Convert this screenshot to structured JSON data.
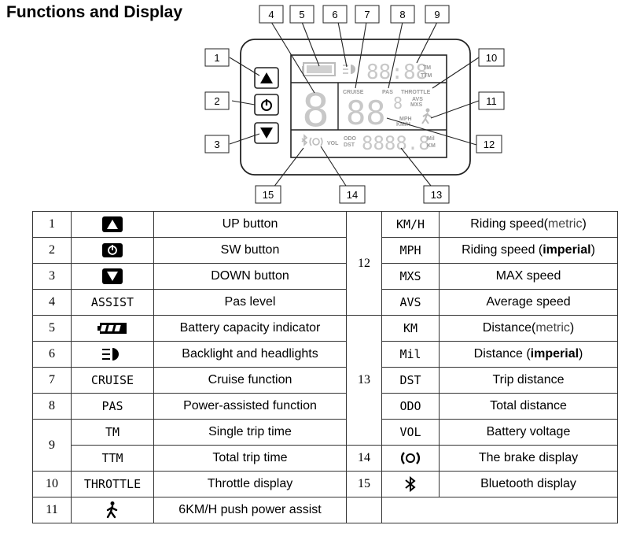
{
  "title": "Functions and Display",
  "callouts": [
    "1",
    "2",
    "3",
    "4",
    "5",
    "6",
    "7",
    "8",
    "9",
    "10",
    "11",
    "12",
    "13",
    "14",
    "15"
  ],
  "lcd": {
    "assist_digit": "8",
    "speed_digits": "88",
    "speed_decimal": "8",
    "time_digits": "88:88",
    "odo_digits": "8888.8",
    "labels": {
      "cruise": "CRUISE",
      "pas": "PAS",
      "throttle": "THROTTLE",
      "avs": "AVS",
      "mxs": "MXS",
      "mph": "MPH",
      "kmh": "KM/H",
      "tm": "TM",
      "ttm": "TTM",
      "vol": "VOL",
      "odo": "ODO",
      "dst": "DST",
      "mil": "Mil",
      "km": "KM"
    }
  },
  "table": {
    "left": [
      {
        "num": "1",
        "icon": "up-triangle-icon",
        "label": "",
        "desc": "UP button"
      },
      {
        "num": "2",
        "icon": "power-icon",
        "label": "",
        "desc": "SW button"
      },
      {
        "num": "3",
        "icon": "down-triangle-icon",
        "label": "",
        "desc": "DOWN button"
      },
      {
        "num": "4",
        "icon": "",
        "label": "ASSIST",
        "desc": "Pas level"
      },
      {
        "num": "5",
        "icon": "battery-icon",
        "label": "",
        "desc": "Battery capacity indicator"
      },
      {
        "num": "6",
        "icon": "headlight-icon",
        "label": "",
        "desc": "Backlight and headlights"
      },
      {
        "num": "7",
        "icon": "",
        "label": "CRUISE",
        "desc": "Cruise function"
      },
      {
        "num": "8",
        "icon": "",
        "label": "PAS",
        "desc": "Power-assisted function"
      },
      {
        "num": "9",
        "icon": "",
        "label": "TM",
        "desc": "Single trip time"
      },
      {
        "num": "",
        "icon": "",
        "label": "TTM",
        "desc": "Total trip time"
      },
      {
        "num": "10",
        "icon": "",
        "label": "THROTTLE",
        "desc": "Throttle display"
      },
      {
        "num": "11",
        "icon": "walking-person-icon",
        "label": "",
        "desc": "6KM/H push power assist"
      }
    ],
    "right": [
      {
        "num": "12",
        "label": "KM/H",
        "desc_plain": "Riding speed(",
        "desc_light": "metric",
        "desc_bold": "",
        "desc_tail": ")"
      },
      {
        "num": "",
        "label": "MPH",
        "desc_plain": "Riding speed (",
        "desc_light": "",
        "desc_bold": "imperial",
        "desc_tail": ")"
      },
      {
        "num": "",
        "label": "MXS",
        "desc_plain": "MAX speed",
        "desc_light": "",
        "desc_bold": "",
        "desc_tail": ""
      },
      {
        "num": "",
        "label": "AVS",
        "desc_plain": "Average speed",
        "desc_light": "",
        "desc_bold": "",
        "desc_tail": ""
      },
      {
        "num": "13",
        "label": "KM",
        "desc_plain": "Distance(",
        "desc_light": "metric",
        "desc_bold": "",
        "desc_tail": ")"
      },
      {
        "num": "",
        "label": "Mil",
        "desc_plain": "Distance (",
        "desc_light": "",
        "desc_bold": "imperial",
        "desc_tail": ")"
      },
      {
        "num": "",
        "label": "DST",
        "desc_plain": "Trip distance",
        "desc_light": "",
        "desc_bold": "",
        "desc_tail": ""
      },
      {
        "num": "",
        "label": "ODO",
        "desc_plain": "Total distance",
        "desc_light": "",
        "desc_bold": "",
        "desc_tail": ""
      },
      {
        "num": "",
        "label": "VOL",
        "desc_plain": "Battery voltage",
        "desc_light": "",
        "desc_bold": "",
        "desc_tail": ""
      },
      {
        "num": "14",
        "label": "",
        "icon": "brake-icon",
        "desc_plain": "The brake display",
        "desc_light": "",
        "desc_bold": "",
        "desc_tail": ""
      },
      {
        "num": "15",
        "label": "",
        "icon": "bluetooth-icon",
        "desc_plain": "Bluetooth display",
        "desc_light": "",
        "desc_bold": "",
        "desc_tail": ""
      }
    ]
  },
  "colors": {
    "lcd_segment": "#c8c8c8",
    "border": "#333333"
  }
}
